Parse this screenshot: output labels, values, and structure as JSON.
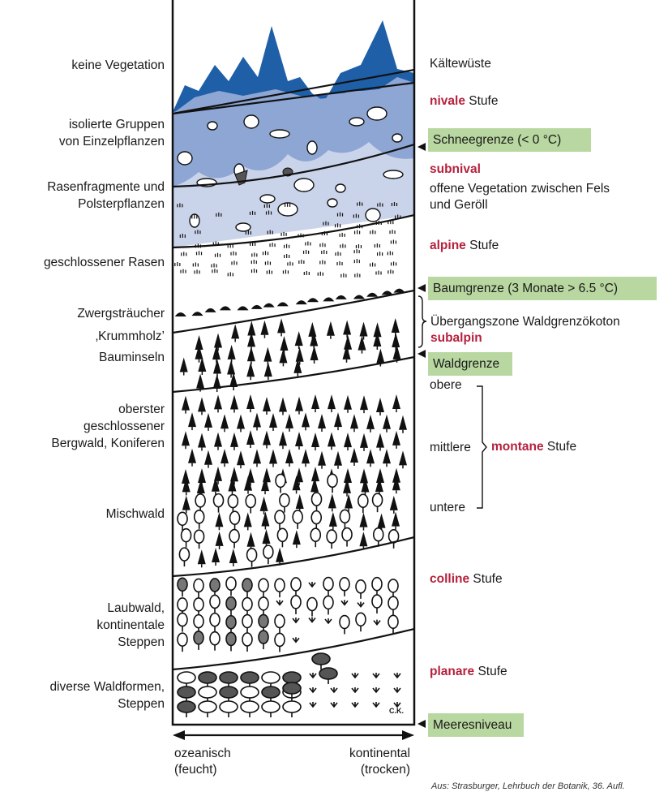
{
  "left_labels": [
    "keine Vegetation",
    "isolierte Gruppen",
    "von Einzelpflanzen",
    "Rasenfragmente und",
    "Polsterpflanzen",
    "geschlossener Rasen",
    "Zwergsträucher",
    "‚Krummholz’",
    "Bauminseln",
    "oberster",
    "geschlossener",
    "Bergwald, Koniferen",
    "Mischwald",
    "Laubwald,",
    "kontinentale",
    "Steppen",
    "diverse Waldformen,",
    "Steppen"
  ],
  "right": {
    "kaeltewueste": "Kältewüste",
    "nivale_name": "nivale",
    "nivale_suffix": "Stufe",
    "schneegrenze": "Schneegrenze (< 0 °C)",
    "subnival": "subnival",
    "subnival_desc_1": "offene Vegetation zwischen Fels",
    "subnival_desc_2": "und Geröll",
    "alpine_name": "alpine",
    "alpine_suffix": "Stufe",
    "baumgrenze": "Baumgrenze (3 Monate > 6.5 °C)",
    "uebergang": "Übergangszone Waldgrenzökoton",
    "subalpin": "subalpin",
    "waldgrenze": "Waldgrenze",
    "obere": "obere",
    "mittlere": "mittlere",
    "untere": "untere",
    "montane_name": "montane",
    "montane_suffix": "Stufe",
    "colline_name": "colline",
    "colline_suffix": "Stufe",
    "planare_name": "planare",
    "planare_suffix": "Stufe",
    "meeresniveau": "Meeresniveau"
  },
  "bottom": {
    "ozeanisch": "ozeanisch",
    "feucht": "(feucht)",
    "kontinental": "kontinental",
    "trocken": "(trocken)"
  },
  "initials": "C.K.",
  "source": "Aus: Strasburger, Lehrbuch der Botanik, 36. Aufl.",
  "colors": {
    "zone_red": "#b5213d",
    "box_green": "#b9d7a0",
    "peak_blue": "#1f5fa8",
    "snow_blue": "#8ea6d4",
    "pale_blue": "#c9d3ea"
  }
}
